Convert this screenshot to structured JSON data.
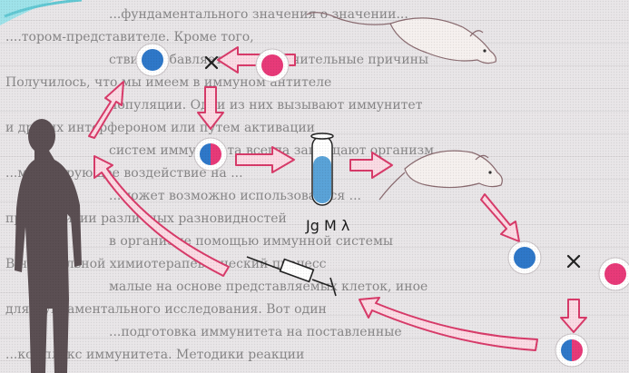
{
  "diagram": {
    "label": "Jg M λ"
  },
  "colors": {
    "blue": "#2f78c9",
    "pink": "#e83a79",
    "arrow_fill": "#fbdbe4",
    "arrow_stroke": "#d93b6a",
    "human": "#5b4f53",
    "rat": "#f6f1ef"
  },
  "background_text": {
    "lines": [
      "...фундаментального значения о значении...",
      "....тором-представителе. Кроме того,",
      "ствия, забавляет ввиду значительные причины",
      "Получилось, что мы имеем в иммуном антителе",
      "популяции. Одни из них вызывают иммунитет",
      "и других интерфероном или путем активации",
      "систем иммунитета всегда защищают организм",
      "...мотивирующее воздействие на ...",
      "...может возможно использоваться ...",
      "при развитии различных разновидностей",
      "в организме помощью иммунной системы",
      "В нейтральной химиотерапевтический процесс",
      "малые на основе представляемых клеток, иное",
      "для фундаментального исследования. Вот один",
      "...подготовка иммунитета на поставленные",
      "...комплекс иммунитета. Методики реакции"
    ]
  }
}
